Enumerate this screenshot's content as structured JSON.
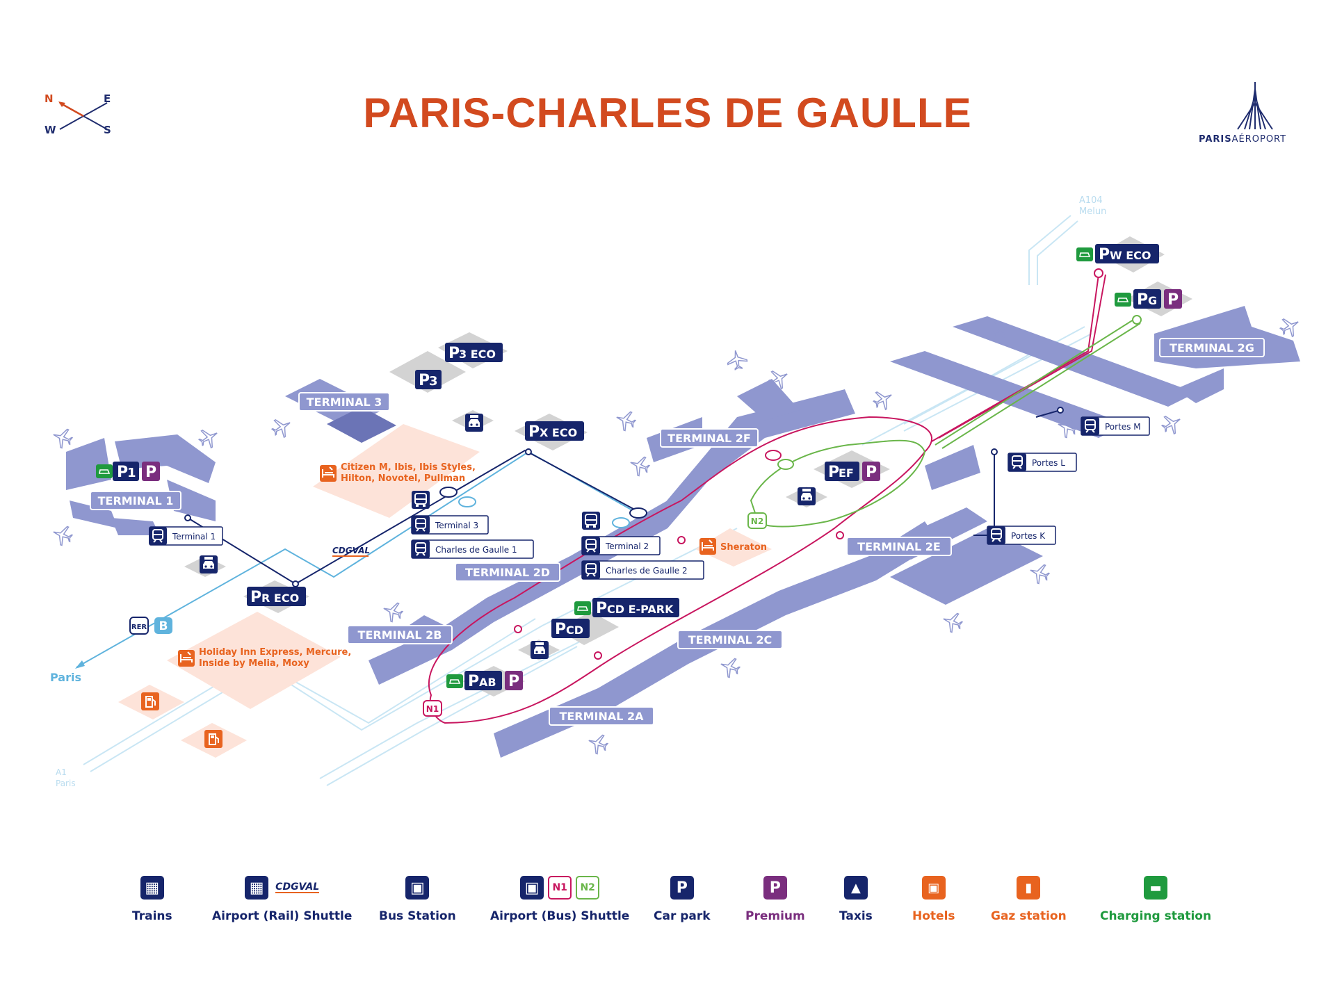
{
  "title": "PARIS-CHARLES DE GAULLE",
  "logo": {
    "brand_a": "PARIS",
    "brand_b": "AÉROPORT"
  },
  "compass": {
    "n": "N",
    "e": "E",
    "w": "W",
    "s": "S"
  },
  "colors": {
    "title": "#d24a1f",
    "navy": "#16256b",
    "terminal": "#8f97cf",
    "terminal_dark": "#6b74b6",
    "parking": "#cfcfcf",
    "pink_line": "#c8165f",
    "green_line": "#6ab64a",
    "light_blue": "#5fb3dd",
    "hotel": "#e8631f",
    "hotel_area": "#fde3d9",
    "premium": "#7a2e7e",
    "charging": "#1f9a3e"
  },
  "terminals": {
    "t1": "TERMINAL 1",
    "t3": "TERMINAL 3",
    "t2a": "TERMINAL 2A",
    "t2b": "TERMINAL 2B",
    "t2c": "TERMINAL 2C",
    "t2d": "TERMINAL 2D",
    "t2e": "TERMINAL 2E",
    "t2f": "TERMINAL 2F",
    "t2g": "TERMINAL 2G"
  },
  "parkings": {
    "p1": "1",
    "p3": "3",
    "p3eco": "3 ECO",
    "pxeco": "X ECO",
    "preco": "R ECO",
    "pef": "EF",
    "pcd": "CD",
    "pcdepark": "CD E-PARK",
    "pab": "AB",
    "pweco": "W ECO",
    "pg": "G",
    "p_letter": "P"
  },
  "stations": {
    "terminal1": "Terminal 1",
    "terminal3": "Terminal 3",
    "cdg1": "Charles de Gaulle 1",
    "terminal2": "Terminal 2",
    "cdg2": "Charles de Gaulle 2",
    "portes_m": "Portes M",
    "portes_l": "Portes L",
    "portes_k": "Portes K"
  },
  "hotels": {
    "t3_line1": "Citizen M, Ibis, Ibis Styles,",
    "t3_line2": "Hilton, Novotel, Pullman",
    "roissy_line1": "Holiday Inn Express, Mercure,",
    "roissy_line2": "Inside by Melia, Moxy",
    "sheraton": "Sheraton"
  },
  "misc": {
    "cdgval": "CDGVAL",
    "rer": "RER",
    "rer_line": "B",
    "paris": "Paris",
    "a104": "A104",
    "melun": "Melun",
    "a1": "A1",
    "a1_paris": "Paris",
    "n1": "N1",
    "n2": "N2",
    "taxis": "Taxis"
  },
  "legend": {
    "trains": "Trains",
    "rail_shuttle": "Airport (Rail) Shuttle",
    "bus_station": "Bus Station",
    "bus_shuttle": "Airport (Bus) Shuttle",
    "car_park": "Car park",
    "premium": "Premium",
    "taxis": "Taxis",
    "hotels": "Hotels",
    "gaz": "Gaz station",
    "charging": "Charging station"
  }
}
